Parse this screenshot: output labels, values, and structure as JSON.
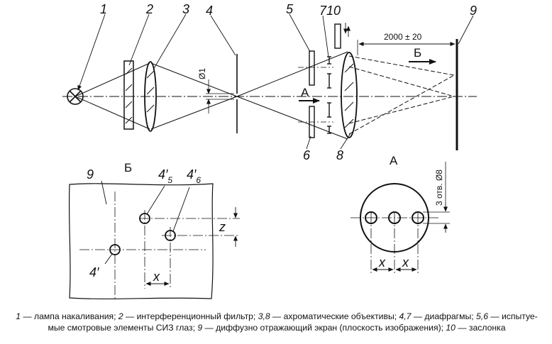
{
  "labels": {
    "n1": "1",
    "n2": "2",
    "n3": "3",
    "n4": "4",
    "n5": "5",
    "n6": "6",
    "n7": "7",
    "n8": "8",
    "n9": "9",
    "n10": "10",
    "arrowA": "А",
    "arrowB": "Б"
  },
  "dimensions": {
    "distance": "2000 ± 20",
    "aperture": "Ø1",
    "holes": "3 отв. Ø8",
    "x": "x",
    "z": "z"
  },
  "view_b": {
    "title": "Б",
    "screen": "9",
    "p45": "4′",
    "p45_sub": "5",
    "p46": "4′",
    "p46_sub": "6",
    "p4": "4′"
  },
  "view_a": {
    "title": "А"
  },
  "caption": {
    "l1_n1": "1",
    "l1_t1": " — лампа накаливания; ",
    "l1_n2": "2",
    "l1_t2": " — интерференционный фильтр; ",
    "l1_n3": "3,8",
    "l1_t3": " — ахроматические объективы; ",
    "l1_n4": "4,7",
    "l1_t4": " — диафрагмы; ",
    "l1_n5": "5,6",
    "l1_t5": " — испытуе-",
    "l2_t1": "мые смотровые элементы СИЗ глаз; ",
    "l2_n9": "9",
    "l2_t2": " — диффузно отражающий экран (плоскость изображения); ",
    "l2_n10": "10",
    "l2_t3": " — заслонка"
  }
}
